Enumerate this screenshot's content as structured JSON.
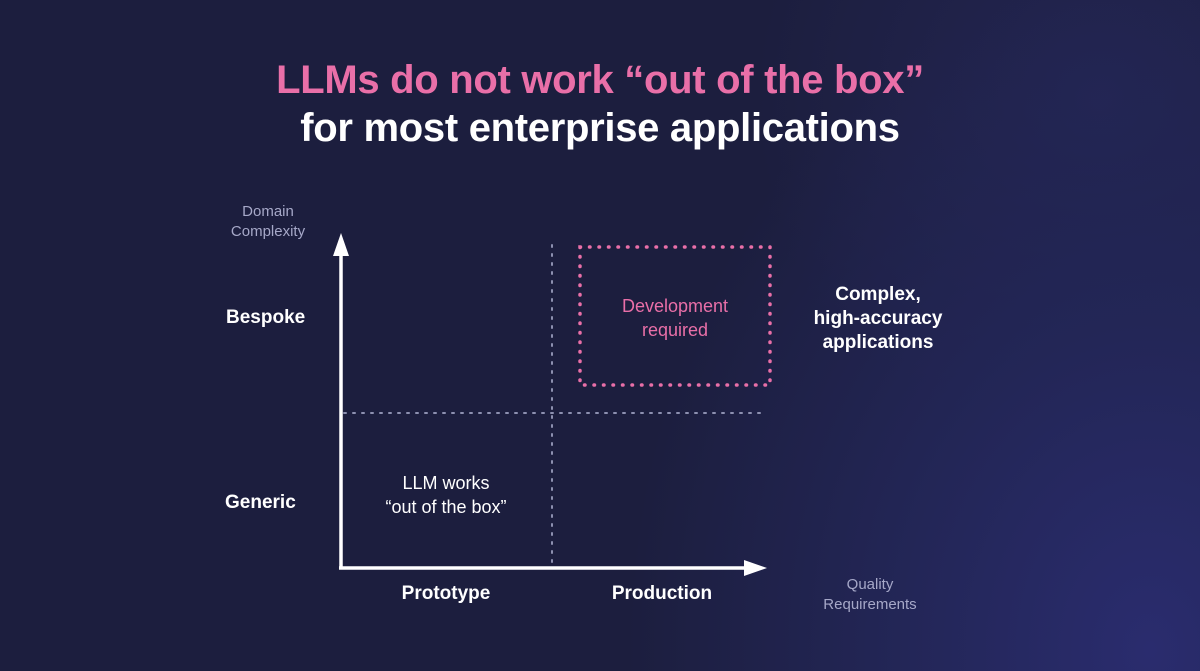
{
  "title": {
    "line1": "LLMs do not work “out of the box”",
    "line2": "for most enterprise applications"
  },
  "y_axis": {
    "line1": "Domain",
    "line2": "Complexity"
  },
  "x_axis": {
    "line1": "Quality",
    "line2": "Requirements"
  },
  "rows": {
    "top": "Bespoke",
    "bottom": "Generic"
  },
  "columns": {
    "left": "Prototype",
    "right": "Production"
  },
  "quadrants": {
    "bottom_left": {
      "line1": "LLM works",
      "line2": "“out of the box”"
    },
    "top_right": {
      "line1": "Development",
      "line2": "required"
    }
  },
  "side_note": {
    "line1": "Complex,",
    "line2": "high-accuracy",
    "line3": "applications"
  },
  "colors": {
    "accent_pink": "#e96fa8",
    "axis": "#ffffff",
    "grid_dots": "#8d90b0",
    "muted_text": "#a6a8c8"
  }
}
